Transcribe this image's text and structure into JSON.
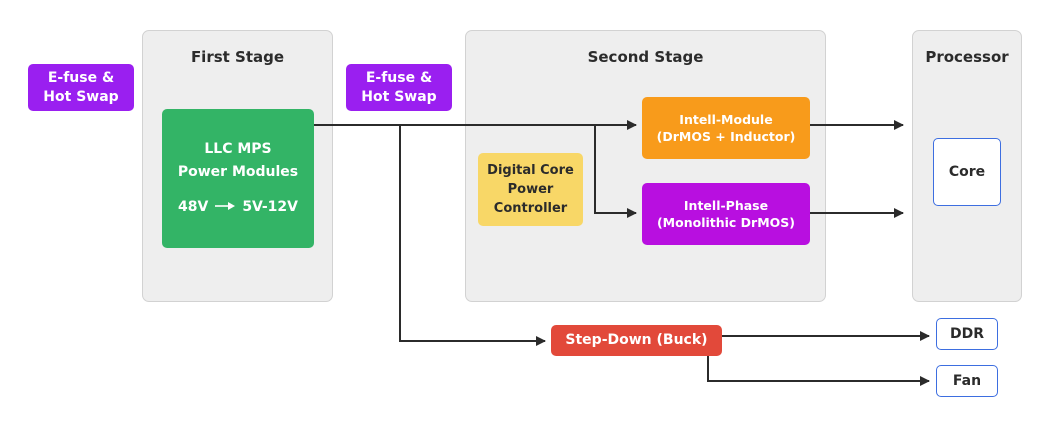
{
  "first_stage": {
    "title": "First Stage",
    "module_line1": "LLC MPS",
    "module_line2": "Power Modules",
    "input_voltage": "48V",
    "output_voltage": "5V-12V"
  },
  "efuse_left": {
    "line1": "E-fuse &",
    "line2": "Hot Swap"
  },
  "efuse_mid": {
    "line1": "E-fuse &",
    "line2": "Hot Swap"
  },
  "second_stage": {
    "title": "Second Stage",
    "controller_line1": "Digital Core",
    "controller_line2": "Power",
    "controller_line3": "Controller",
    "module_line1": "Intell-Module",
    "module_line2": "(DrMOS + Inductor)",
    "phase_line1": "Intell-Phase",
    "phase_line2": "(Monolithic DrMOS)"
  },
  "processor": {
    "title": "Processor",
    "core": "Core"
  },
  "buck": {
    "label": "Step-Down (Buck)"
  },
  "outputs": {
    "ddr": "DDR",
    "fan": "Fan"
  },
  "colors": {
    "efuse": "#9a1ff0",
    "llc_module": "#33b466",
    "intell_module": "#f89b1b",
    "intell_phase": "#b80fe0",
    "controller": "#f8d767",
    "buck": "#e2493a",
    "outline": "#3d6ee0",
    "wire": "#2b2b2b"
  },
  "icons": {
    "ratio_arrow": "arrow-right-icon"
  }
}
